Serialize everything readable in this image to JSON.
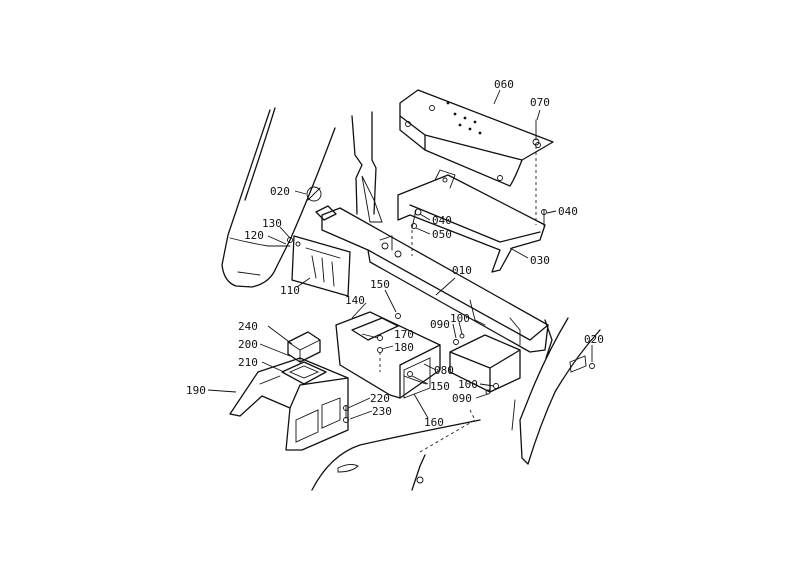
{
  "callouts": [
    {
      "id": "c060",
      "text": "060"
    },
    {
      "id": "c070",
      "text": "070"
    },
    {
      "id": "c040a",
      "text": "040"
    },
    {
      "id": "c040b",
      "text": "040"
    },
    {
      "id": "c050",
      "text": "050"
    },
    {
      "id": "c030",
      "text": "030"
    },
    {
      "id": "c020a",
      "text": "020"
    },
    {
      "id": "c020b",
      "text": "020"
    },
    {
      "id": "c130",
      "text": "130"
    },
    {
      "id": "c120",
      "text": "120"
    },
    {
      "id": "c110",
      "text": "110"
    },
    {
      "id": "c010",
      "text": "010"
    },
    {
      "id": "c150a",
      "text": "150"
    },
    {
      "id": "c150b",
      "text": "150"
    },
    {
      "id": "c140",
      "text": "140"
    },
    {
      "id": "c090a",
      "text": "090"
    },
    {
      "id": "c100a",
      "text": "100"
    },
    {
      "id": "c170",
      "text": "170"
    },
    {
      "id": "c180",
      "text": "180"
    },
    {
      "id": "c240",
      "text": "240"
    },
    {
      "id": "c200",
      "text": "200"
    },
    {
      "id": "c210",
      "text": "210"
    },
    {
      "id": "c190",
      "text": "190"
    },
    {
      "id": "c080",
      "text": "080"
    },
    {
      "id": "c100b",
      "text": "100"
    },
    {
      "id": "c090b",
      "text": "090"
    },
    {
      "id": "c220",
      "text": "220"
    },
    {
      "id": "c230",
      "text": "230"
    },
    {
      "id": "c160",
      "text": "160"
    }
  ]
}
